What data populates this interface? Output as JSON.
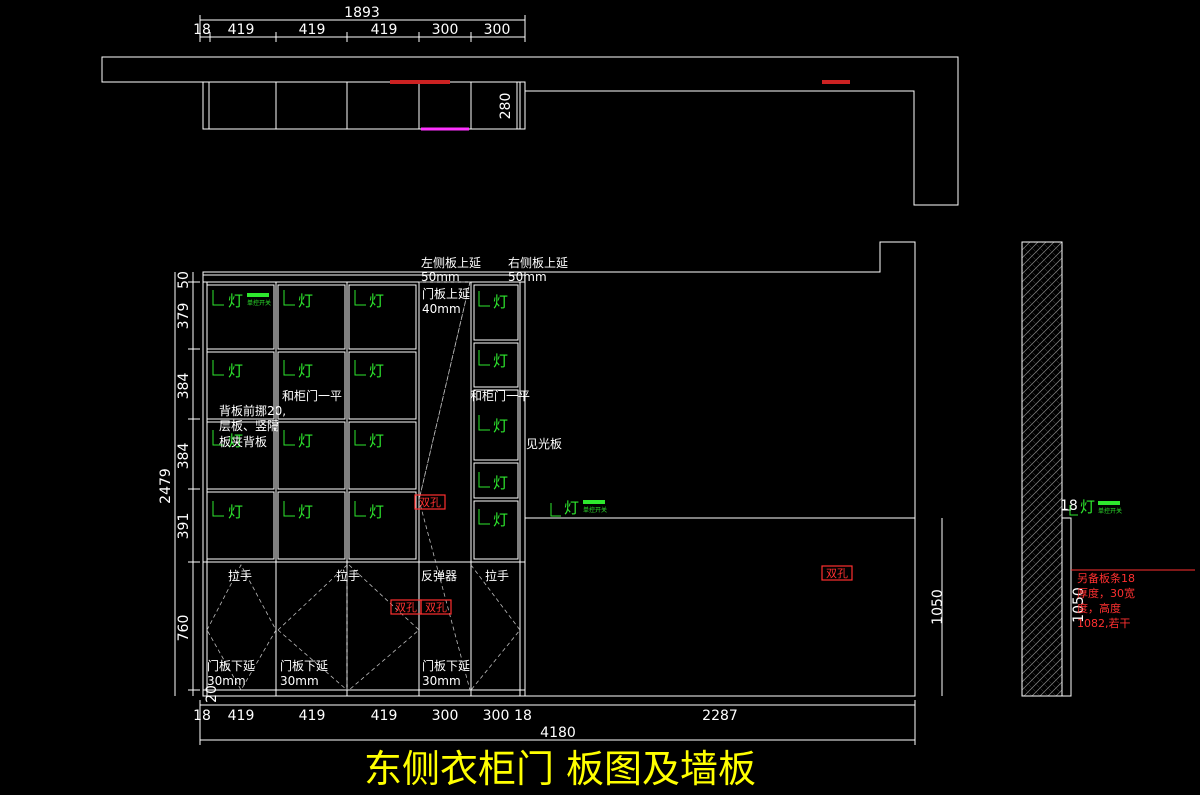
{
  "title": "东侧衣柜门  板图及墙板",
  "plan": {
    "dims_top": [
      "18",
      "419",
      "419",
      "419",
      "300",
      "300"
    ],
    "total": "1893",
    "depth": "280"
  },
  "elevation": {
    "dims_left": [
      "50",
      "379",
      "384",
      "384",
      "391",
      "760",
      "20"
    ],
    "total_height": "2479",
    "dims_bottom": [
      "18",
      "419",
      "419",
      "419",
      "300",
      "300",
      "18",
      "2287"
    ],
    "total_width": "4180",
    "dim_right": "1050",
    "lamp": "灯",
    "notes": {
      "left_side_up": "左侧板上延",
      "left_side_up_val": "50mm",
      "right_side_up": "右侧板上延",
      "right_side_up_val": "50mm",
      "door_up": "门板上延",
      "door_up_val": "40mm",
      "back_panel_1": "背板前挪20,",
      "back_panel_2": "层板、竖隔",
      "back_panel_3": "板夹背板",
      "flush_door_1": "和柜门一平",
      "flush_door_2": "和柜门一平",
      "visible_panel": "见光板",
      "handle": "拉手",
      "reflector": "反弹器",
      "door_down": "门板下延",
      "door_down_val": "30mm"
    },
    "socket_label": "双孔",
    "green_sub": "单控开关"
  },
  "side": {
    "dim": "1050",
    "dim_small": "18",
    "notes": [
      "另备板条18",
      "厚度，30宽",
      "度，高度",
      "1082,若干"
    ]
  }
}
